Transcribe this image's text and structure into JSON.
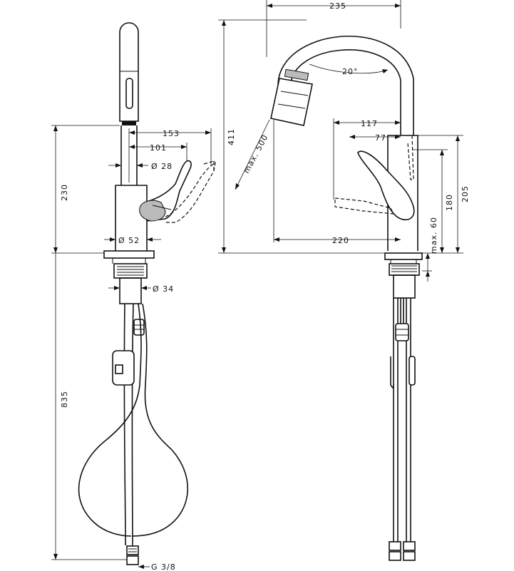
{
  "side_view": {
    "dims": {
      "height_spout": "230",
      "height_hose": "835",
      "reach_lever": "153",
      "reach_handle": "101",
      "dia_spout": "Ø 28",
      "dia_body": "Ø 52",
      "dia_shank": "Ø 34",
      "thread": "G 3/8"
    }
  },
  "front_view": {
    "dims": {
      "width_top": "235",
      "height_total": "411",
      "angle": "20°",
      "pullout": "max. 500",
      "reach_117": "117",
      "reach_77": "77",
      "reach_220": "220",
      "height_205": "205",
      "height_180": "180",
      "deck_max": "max. 60"
    }
  }
}
